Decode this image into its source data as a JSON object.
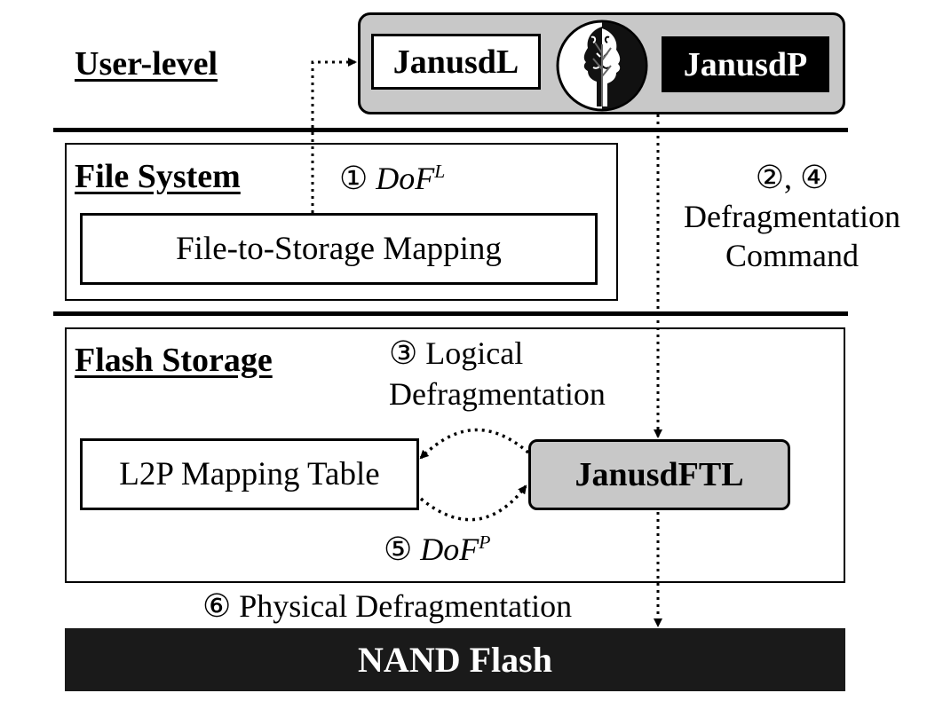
{
  "user_level": {
    "label": "User-level",
    "janusd_l": "JanusdL",
    "janusd_p": "JanusdP"
  },
  "file_system": {
    "label": "File System",
    "step1_num": "①",
    "dof_base": "DoF",
    "dof_sup": "L",
    "mapping": "File-to-Storage Mapping"
  },
  "defrag_command": {
    "steps": "②, ④",
    "line1": "Defragmentation",
    "line2": "Command"
  },
  "flash_storage": {
    "label": "Flash Storage",
    "step3_line1": "③ Logical",
    "step3_line2": "Defragmentation",
    "l2p_table": "L2P Mapping Table",
    "ftl": "JanusdFTL",
    "step5_num": "⑤",
    "dof_base": "DoF",
    "dof_sup": "P"
  },
  "physical_defrag": "⑥ Physical Defragmentation",
  "nand": "NAND Flash"
}
